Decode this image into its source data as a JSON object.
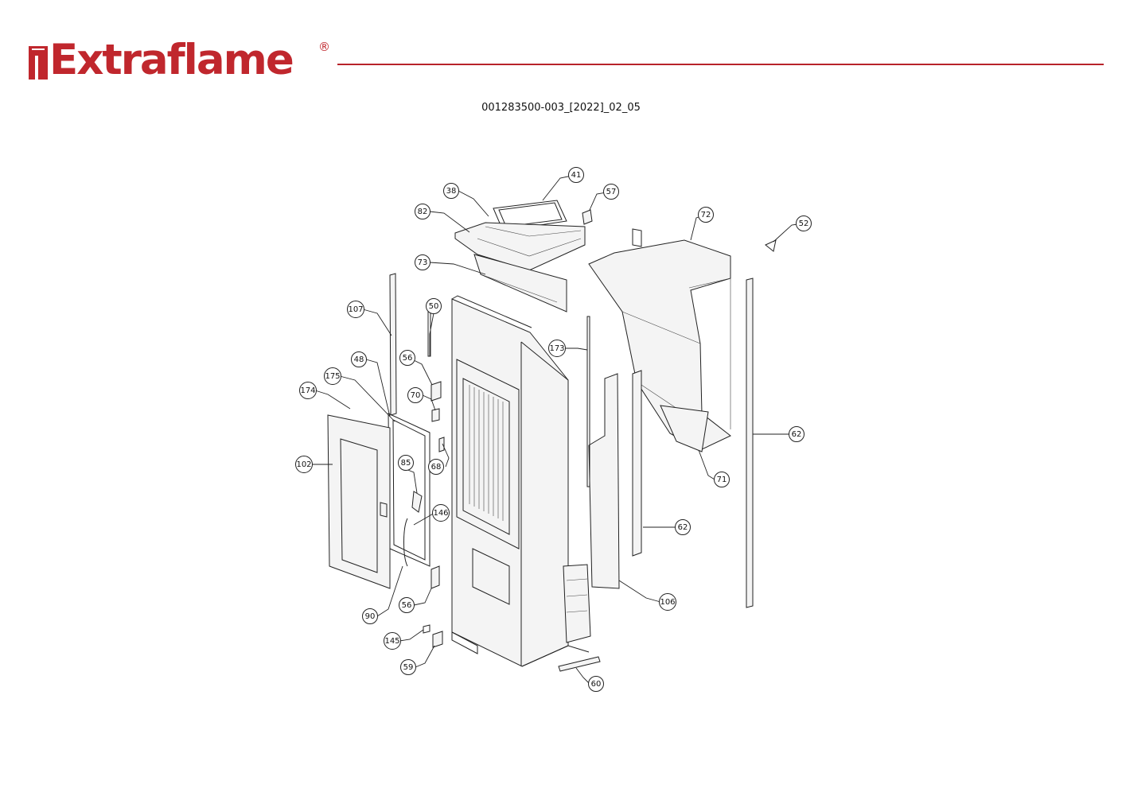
{
  "brand": {
    "name": "Extraflame",
    "registered_mark": "®",
    "color": "#c0272d"
  },
  "document": {
    "code": "001283500-003_[2022]_02_05"
  },
  "callouts": [
    {
      "id": "c41",
      "label": "41"
    },
    {
      "id": "c38",
      "label": "38"
    },
    {
      "id": "c57",
      "label": "57"
    },
    {
      "id": "c82",
      "label": "82"
    },
    {
      "id": "c72",
      "label": "72"
    },
    {
      "id": "c52",
      "label": "52"
    },
    {
      "id": "c73",
      "label": "73"
    },
    {
      "id": "c50",
      "label": "50"
    },
    {
      "id": "c107",
      "label": "107"
    },
    {
      "id": "c173",
      "label": "173"
    },
    {
      "id": "c56a",
      "label": "56"
    },
    {
      "id": "c48",
      "label": "48"
    },
    {
      "id": "c175",
      "label": "175"
    },
    {
      "id": "c174",
      "label": "174"
    },
    {
      "id": "c70",
      "label": "70"
    },
    {
      "id": "c62a",
      "label": "62"
    },
    {
      "id": "c102",
      "label": "102"
    },
    {
      "id": "c85",
      "label": "85"
    },
    {
      "id": "c68",
      "label": "68"
    },
    {
      "id": "c71",
      "label": "71"
    },
    {
      "id": "c146",
      "label": "146"
    },
    {
      "id": "c62b",
      "label": "62"
    },
    {
      "id": "c106",
      "label": "106"
    },
    {
      "id": "c90",
      "label": "90"
    },
    {
      "id": "c56b",
      "label": "56"
    },
    {
      "id": "c145",
      "label": "145"
    },
    {
      "id": "c59",
      "label": "59"
    },
    {
      "id": "c60",
      "label": "60"
    }
  ]
}
